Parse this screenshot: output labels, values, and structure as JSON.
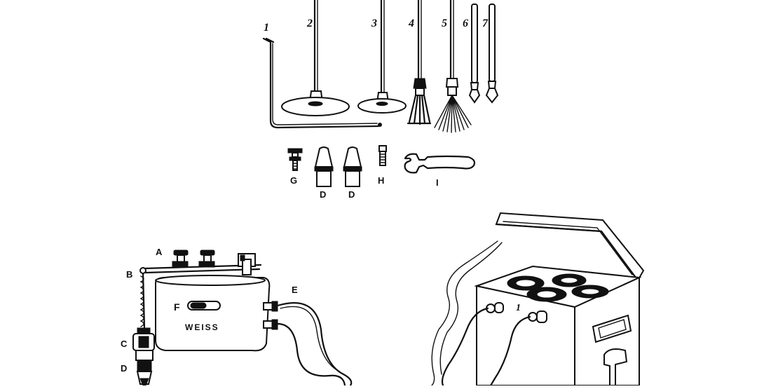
{
  "top_numbers": [
    "1",
    "2",
    "3",
    "4",
    "5",
    "6",
    "7"
  ],
  "part_letters": [
    "G",
    "D",
    "D",
    "H",
    "I"
  ],
  "device_letters": [
    "A",
    "B",
    "E",
    "F",
    "C",
    "D"
  ],
  "device_brand": "WEISS",
  "box_label": "1"
}
